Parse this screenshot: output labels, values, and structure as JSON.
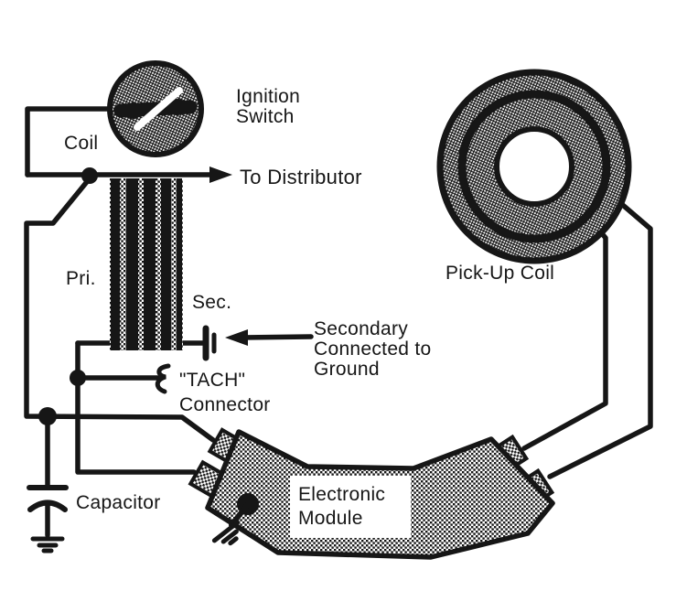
{
  "diagram": {
    "labels": {
      "coil": "Coil",
      "ignition_switch": {
        "line1": "Ignition",
        "line2": "Switch"
      },
      "to_distributor": "To Distributor",
      "pri": "Pri.",
      "sec": "Sec.",
      "secondary_ground": {
        "line1": "Secondary",
        "line2": "Connected to",
        "line3": "Ground"
      },
      "tach": {
        "line1": "\"TACH\"",
        "line2": "Connector"
      },
      "capacitor": "Capacitor",
      "electronic_module": {
        "line1": "Electronic",
        "line2": "Module"
      },
      "pickup_coil": "Pick-Up Coil"
    },
    "colors": {
      "ink": "#161616",
      "paper": "#ffffff"
    }
  }
}
